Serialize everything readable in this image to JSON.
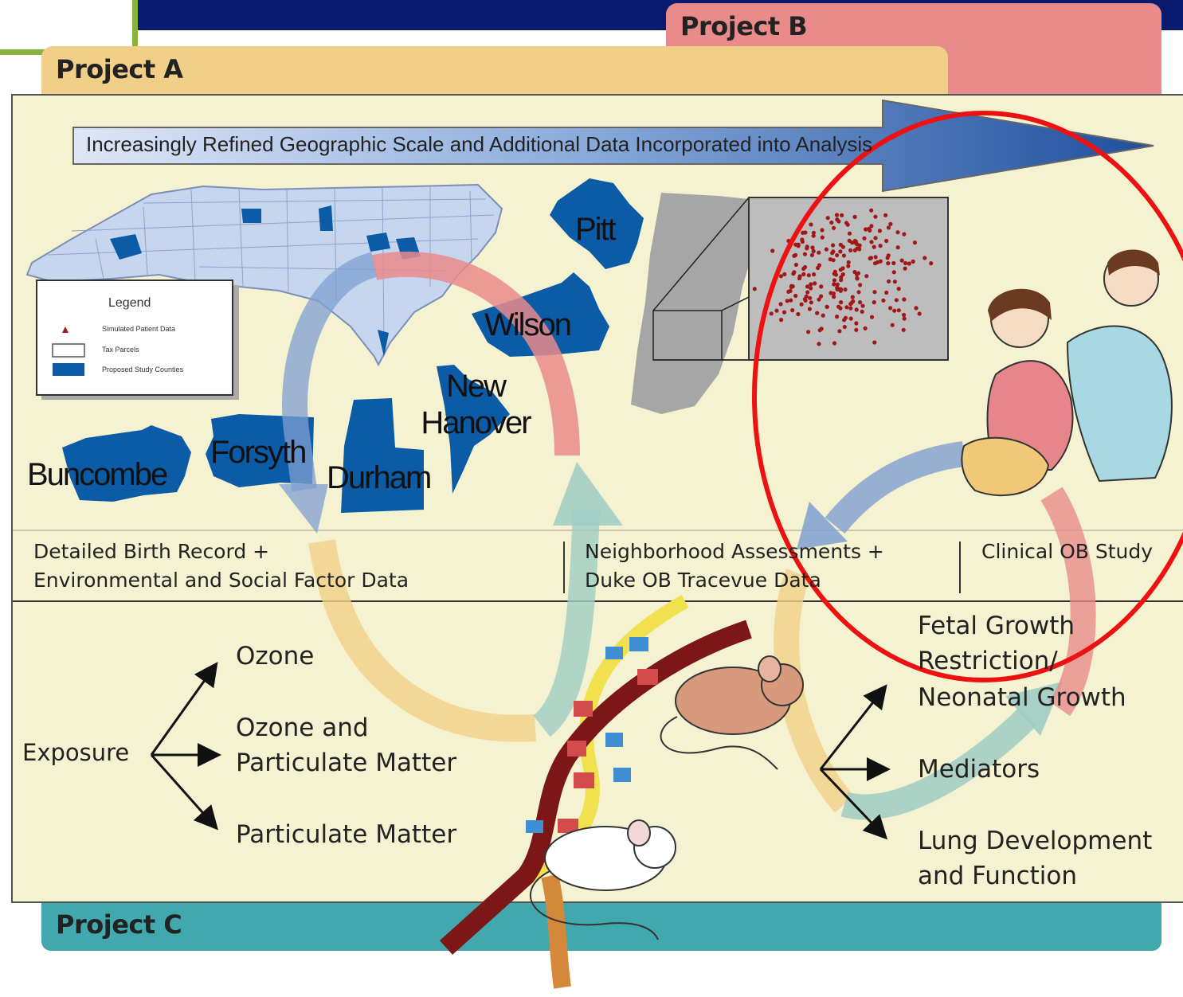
{
  "projects": {
    "a": "Project A",
    "b": "Project B",
    "c": "Project C"
  },
  "arrow_banner": "Increasingly Refined Geographic Scale and Additional Data Incorporated into Analysis",
  "legend": {
    "title": "Legend",
    "items": [
      "Simulated Patient Data",
      "Tax Parcels",
      "Proposed Study Counties"
    ]
  },
  "counties": [
    "Pitt",
    "Wilson",
    "New Hanover",
    "Forsyth",
    "Durham",
    "Buncombe"
  ],
  "data_sources": {
    "left_line1": "Detailed Birth Record  +",
    "left_line2": "Environmental and Social Factor Data",
    "mid_line1": "Neighborhood Assessments  +",
    "mid_line2": "Duke OB Tracevue Data",
    "right": "Clinical OB Study"
  },
  "exposure": {
    "label": "Exposure",
    "items": [
      "Ozone",
      "Ozone and",
      "Particulate Matter",
      "Particulate Matter"
    ]
  },
  "outcomes": {
    "fgr_line1": "Fetal Growth",
    "fgr_line2": "Restriction/",
    "fgr_line3": "Neonatal Growth",
    "mediators": "Mediators",
    "lung_line1": "Lung Development",
    "lung_line2": "and Function"
  },
  "colors": {
    "project_a": "#f2cf88",
    "project_b": "#e98b8b",
    "project_c": "#41a8ad",
    "panel": "#f4f2d0",
    "county_fill": "#0b5ba7",
    "highlight_circle": "#ee1111"
  }
}
